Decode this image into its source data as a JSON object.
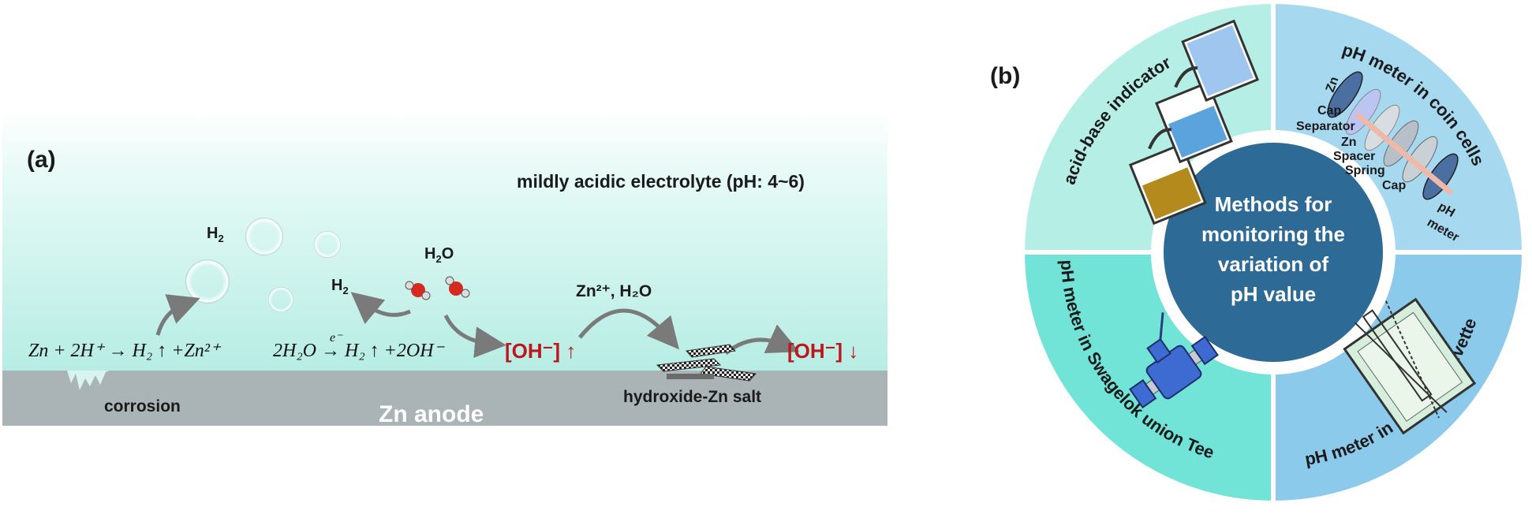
{
  "panel_a": {
    "label": "(a)",
    "electrolyte": "mildly acidic electrolyte (pH: 4~6)",
    "h2_top": "H",
    "h2_top_sub": "2",
    "h2o": "H",
    "h2o_sub": "2",
    "h2o_tail": "O",
    "h2_mid": "H",
    "h2_mid_sub": "2",
    "eq1": "Zn + 2H⁺ → H₂ ↑ +Zn²⁺",
    "eq2": "2H₂O → H₂ ↑ +2OH⁻",
    "eq2_over": "e⁻",
    "oh_up": "[OH⁻] ↑",
    "zn_h2o": "Zn²⁺, H₂O",
    "oh_down": "[OH⁻] ↓",
    "corrosion": "corrosion",
    "anode": "Zn anode",
    "salt": "hydroxide-Zn salt"
  },
  "panel_b": {
    "label": "(b)",
    "center": [
      "Methods for",
      "monitoring the",
      "variation of",
      "pH value"
    ],
    "q_tl": "acid-base indicator",
    "q_tr": "pH meter in coin cells",
    "q_bl": "pH meter in Swagelok union Tee",
    "q_br": "pH meter in a UV-Vis cuvette",
    "coin_parts": [
      "Zn",
      "Cap",
      "Separator",
      "Zn",
      "Spacer",
      "Spring",
      "Cap",
      "pH",
      "meter"
    ]
  },
  "colors": {
    "electrolyte_top": "#ffffff",
    "electrolyte_bottom": "#b8efe6",
    "anode": "#aab3b5",
    "accent_red": "#c0151a",
    "center_circle": "#2e6a96",
    "q_tl": "#b4eee5",
    "q_tr": "#a6d9ef",
    "q_bl": "#72e3d7",
    "q_br": "#8ccaec"
  }
}
